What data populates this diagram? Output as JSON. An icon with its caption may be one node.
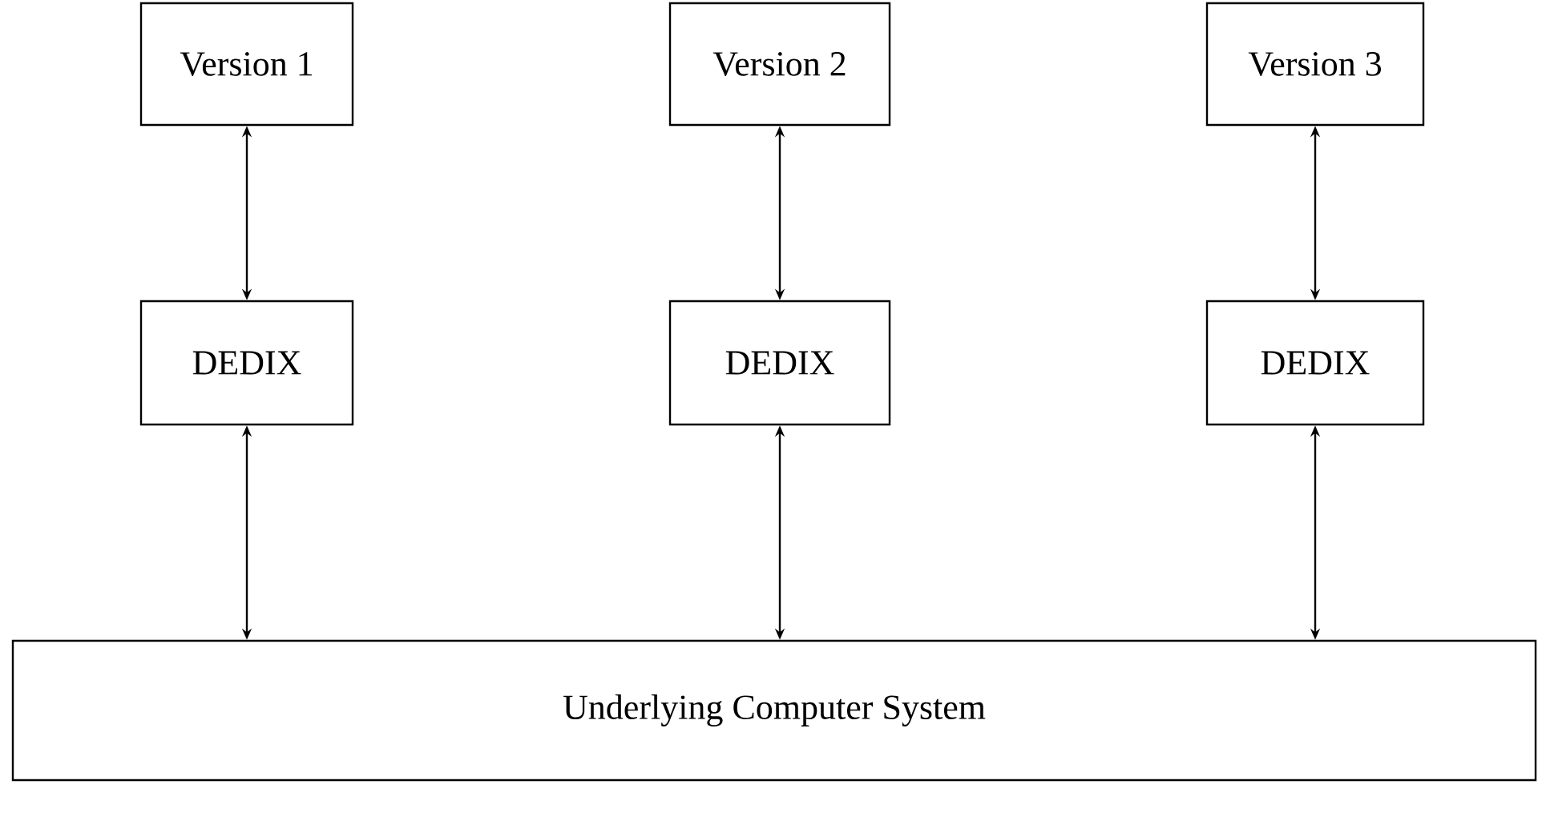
{
  "diagram": {
    "nodes": [
      {
        "text": [
          "Version 1"
        ]
      },
      {
        "text": [
          "Version 2"
        ]
      },
      {
        "text": [
          "Version 3"
        ]
      },
      {
        "text": [
          "DEDIX"
        ]
      },
      {
        "text": [
          "DEDIX"
        ]
      },
      {
        "text": [
          "DEDIX"
        ]
      },
      {
        "text": [
          "Underlying Computer System"
        ]
      }
    ],
    "edges": [
      {
        "from": 0,
        "to": 3,
        "arrow": "both"
      },
      {
        "from": 1,
        "to": 4,
        "arrow": "both"
      },
      {
        "from": 2,
        "to": 5,
        "arrow": "both"
      },
      {
        "from": 3,
        "to": 6,
        "arrow": "both"
      },
      {
        "from": 4,
        "to": 6,
        "arrow": "both"
      },
      {
        "from": 5,
        "to": 6,
        "arrow": "both"
      }
    ]
  }
}
